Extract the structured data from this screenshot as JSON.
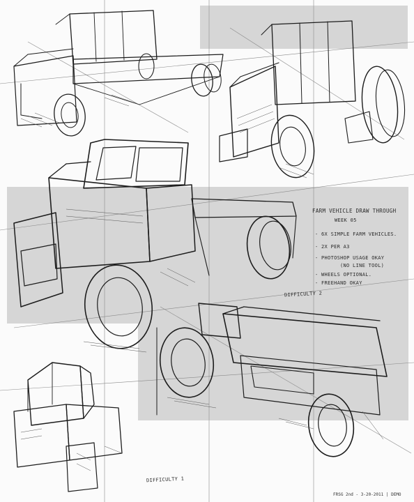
{
  "sheet": {
    "colors": {
      "paper": "#fbfbfb",
      "panel": "#d6d6d6",
      "ink": "#1c1c1c",
      "construction": "#8a8a8a"
    }
  },
  "notes": {
    "title": "FARM VEHICLE DRAW THROUGH",
    "week": "WEEK 05",
    "bullet1": "- 6X SIMPLE FARM VEHICLES.",
    "bullet2": "- 2X PER A3",
    "bullet3": "- PHOTOSHOP USAGE OKAY",
    "bullet3b": "(NO LINE TOOL)",
    "bullet4": "- WHEELS OPTIONAL.",
    "bullet5": "- FREEHAND OKAY",
    "difficulty_2": "DIFFICULTY 2",
    "difficulty_1": "DIFFICULTY 1",
    "footer": "FRSG 2nd - 3-20-2011 | DEMO"
  },
  "drawings": [
    {
      "id": "flatbed-truck-small",
      "name": "flatbed-truck-sketch"
    },
    {
      "id": "tractor",
      "name": "tractor-sketch"
    },
    {
      "id": "flatbed-truck-large",
      "name": "large-flatbed-truck-sketch"
    },
    {
      "id": "tractor-box",
      "name": "box-tractor-sketch"
    },
    {
      "id": "block-study",
      "name": "block-study-sketch"
    }
  ]
}
